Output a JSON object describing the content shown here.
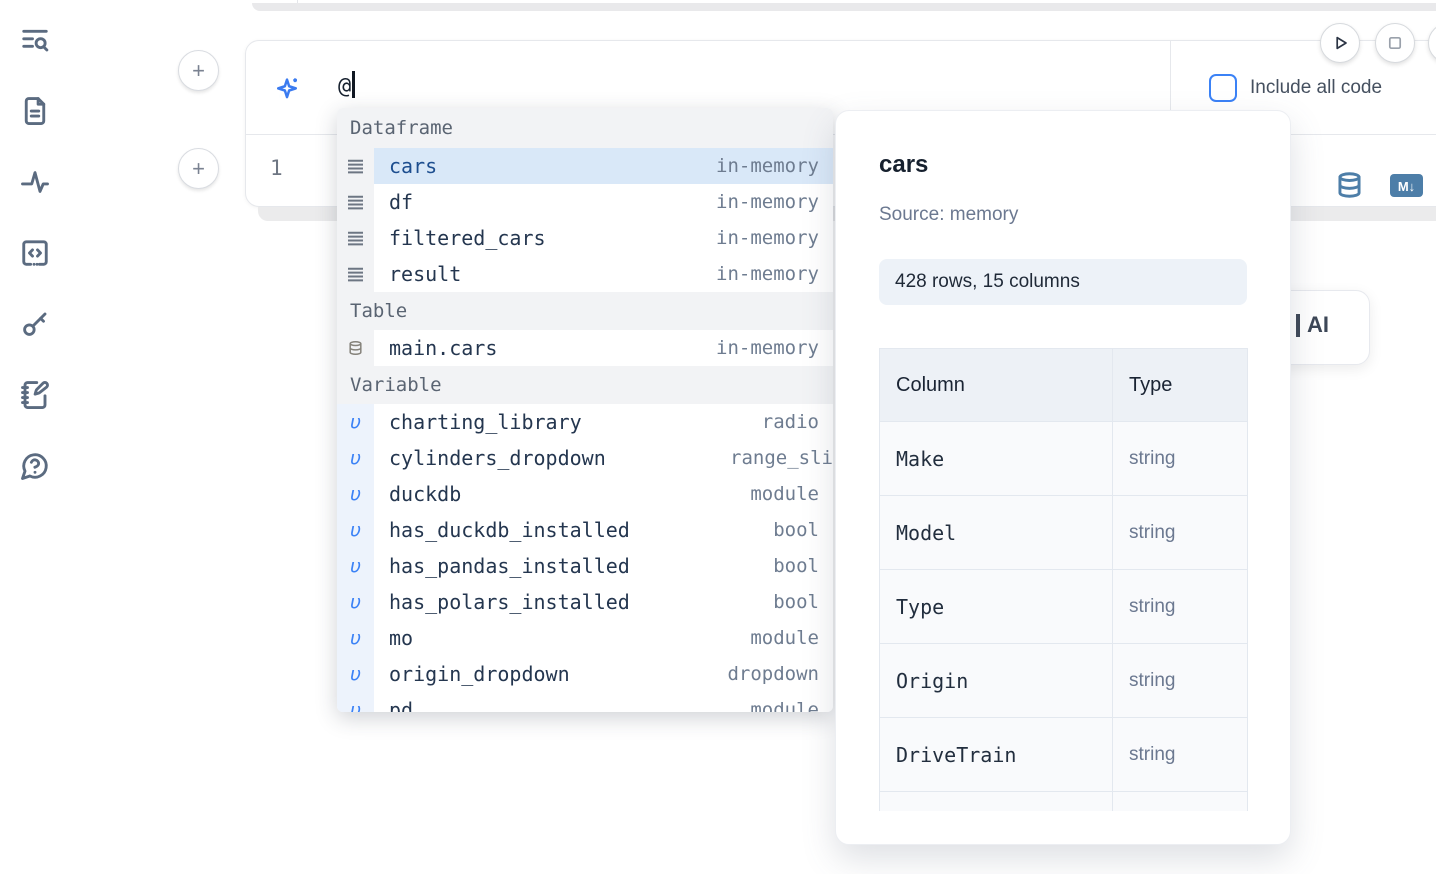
{
  "sidebar": {
    "items": [
      {
        "icon": "list-search-icon"
      },
      {
        "icon": "file-document-icon"
      },
      {
        "icon": "activity-icon"
      },
      {
        "icon": "code-snippet-icon"
      },
      {
        "icon": "key-icon"
      },
      {
        "icon": "scratchpad-icon"
      },
      {
        "icon": "help-bubble-icon"
      }
    ]
  },
  "buttons": {
    "add_cell_label": "+"
  },
  "ai_panel": {
    "sparkle_icon": "sparkles-icon",
    "prompt_value": "@",
    "checkbox_label": "Include all code",
    "checkbox_checked": false,
    "accent_color": "#3b82f6"
  },
  "code_cell": {
    "line_number": "1",
    "database_icon": "database-icon",
    "markdown_badge": "M↓",
    "action_color": "#4d7ea8"
  },
  "ai_card": {
    "visible_label": "AI"
  },
  "autocomplete": {
    "variable_glyph": "υ",
    "selected_row_color": "#d9e8f8",
    "sections": [
      {
        "label": "Dataframe",
        "items": [
          {
            "name": "cars",
            "type": "in-memory",
            "icon": "rows-icon",
            "selected": true
          },
          {
            "name": "df",
            "type": "in-memory",
            "icon": "rows-icon",
            "selected": false
          },
          {
            "name": "filtered_cars",
            "type": "in-memory",
            "icon": "rows-icon",
            "selected": false
          },
          {
            "name": "result",
            "type": "in-memory",
            "icon": "rows-icon",
            "selected": false
          }
        ]
      },
      {
        "label": "Table",
        "items": [
          {
            "name": "main.cars",
            "type": "in-memory",
            "icon": "database-icon",
            "selected": false
          }
        ]
      },
      {
        "label": "Variable",
        "items": [
          {
            "name": "charting_library",
            "type": "radio",
            "icon": "variable-icon",
            "selected": false
          },
          {
            "name": "cylinders_dropdown",
            "type": "range_sli",
            "icon": "variable-icon",
            "selected": false,
            "clipped": true
          },
          {
            "name": "duckdb",
            "type": "module",
            "icon": "variable-icon",
            "selected": false
          },
          {
            "name": "has_duckdb_installed",
            "type": "bool",
            "icon": "variable-icon",
            "selected": false
          },
          {
            "name": "has_pandas_installed",
            "type": "bool",
            "icon": "variable-icon",
            "selected": false
          },
          {
            "name": "has_polars_installed",
            "type": "bool",
            "icon": "variable-icon",
            "selected": false
          },
          {
            "name": "mo",
            "type": "module",
            "icon": "variable-icon",
            "selected": false
          },
          {
            "name": "origin_dropdown",
            "type": "dropdown",
            "icon": "variable-icon",
            "selected": false
          },
          {
            "name": "pd",
            "type": "module",
            "icon": "variable-icon",
            "selected": false,
            "partially_visible": true
          }
        ]
      }
    ]
  },
  "preview": {
    "title": "cars",
    "source_label": "Source: memory",
    "shape_badge": "428 rows, 15 columns",
    "table": {
      "col_header": "Column",
      "type_header": "Type",
      "rows": [
        {
          "column": "Make",
          "type": "string"
        },
        {
          "column": "Model",
          "type": "string"
        },
        {
          "column": "Type",
          "type": "string"
        },
        {
          "column": "Origin",
          "type": "string"
        },
        {
          "column": "DriveTrain",
          "type": "string"
        }
      ]
    }
  }
}
